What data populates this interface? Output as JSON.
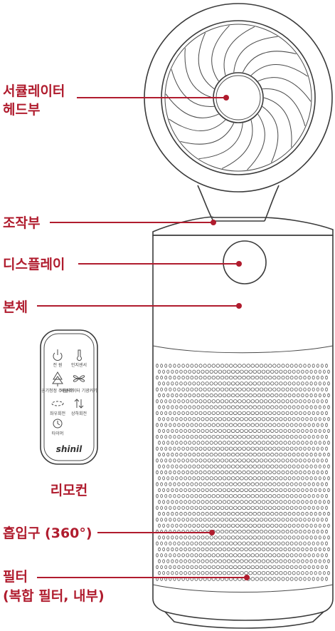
{
  "labels": {
    "circulator_head_line1": "서큘레이터",
    "circulator_head_line2": "헤드부",
    "control_part": "조작부",
    "display": "디스플레이",
    "main_body": "본체",
    "remote": "리모컨",
    "intake": "흡입구 (360°)",
    "filter_line1": "필터",
    "filter_line2": "(복합 필터, 내부)"
  },
  "remote_buttons": {
    "power": "전 원",
    "hygiene": "인지센서",
    "air_purify": "공기청정 주광커기",
    "circulator": "서큘레이터 기광커기",
    "rotate": "좌우회전",
    "updown": "상하회전",
    "timer": "타이머"
  },
  "remote_logo": "shinil",
  "colors": {
    "accent": "#b01c2e",
    "outline": "#3a3a3a"
  }
}
